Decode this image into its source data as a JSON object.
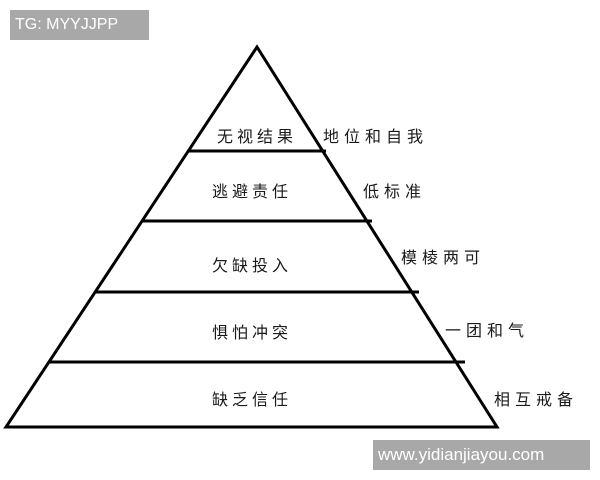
{
  "watermarks": {
    "top": "TG: MYYJJPP",
    "bottom": "www.yidianjiayou.com"
  },
  "pyramid": {
    "title": "",
    "line_color": "#000000",
    "layers": [
      {
        "level": 5,
        "label": "无视结果",
        "side_label": "地位和自我"
      },
      {
        "level": 4,
        "label": "逃避责任",
        "side_label": "低标准"
      },
      {
        "level": 3,
        "label": "欠缺投入",
        "side_label": "模棱两可"
      },
      {
        "level": 2,
        "label": "惧怕冲突",
        "side_label": "一团和气"
      },
      {
        "level": 1,
        "label": "缺乏信任",
        "side_label": "相互戒备"
      }
    ]
  }
}
